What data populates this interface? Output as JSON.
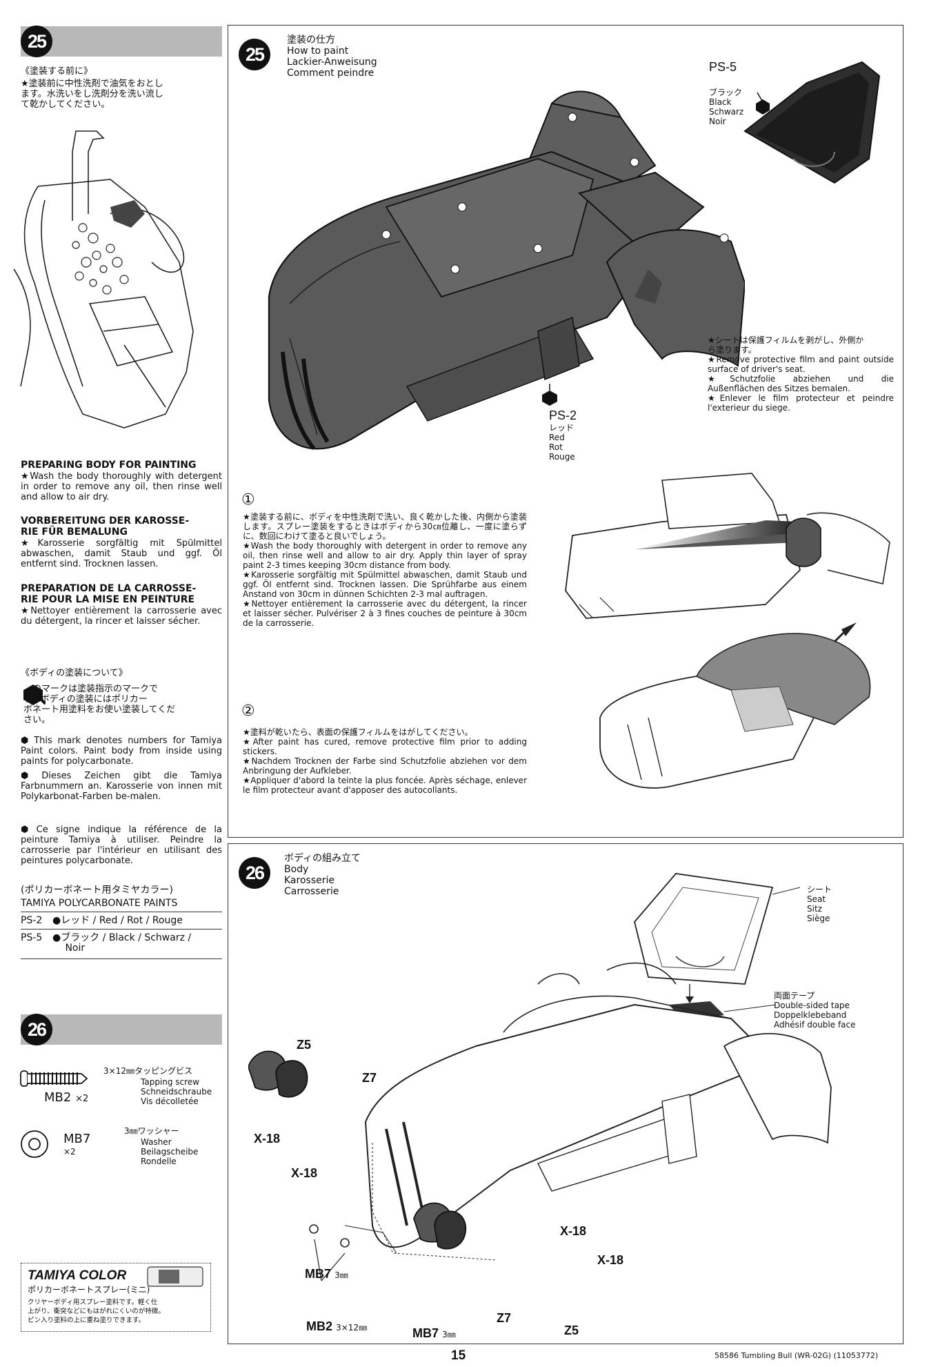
{
  "left": {
    "step25_num": "25",
    "jp_wash_title": "《塗装する前に》",
    "jp_wash": "★塗装前に中性洗剤で油気をおとし\nます。水洗いをし洗剤分を洗い流し\nて乾かしてください。",
    "en_title": "PREPARING BODY FOR PAINTING",
    "en_text": "★Wash the body thoroughly with detergent in order to remove any oil, then rinse well and allow to air dry.",
    "de_title": "VORBEREITUNG DER KAROSSE-\nRIE FÜR BEMALUNG",
    "de_text": "★Karosserie sorgfältig mit Spülmittel abwaschen, damit Staub und ggf. Öl entfernt sind. Trocknen lassen.",
    "fr_title": "PREPARATION DE LA CARROSSE-\nRIE POUR LA MISE EN PEINTURE",
    "fr_text": "★Nettoyer entièrement la carrosserie avec du détergent, la rincer et laisser sécher.",
    "jp_paint_title": "《ボディの塗装について》",
    "jp_paint": "　のマークは塗装指示のマークで\nす。ボディの塗装にはポリカー\nボネート用塗料をお使い塗装してくだ\nさい。",
    "en_mark": "This mark denotes numbers for Tamiya Paint colors. Paint body from inside using paints for polycarbonate.",
    "de_mark": "Dieses Zeichen gibt die Tamiya Farbnummern an. Karosserie von innen mit Polykarbonat-Farben be-malen.",
    "fr_mark": "Ce signe indique la référence de la peinture Tamiya à utiliser. Peindre la carrosserie par l'intérieur en utilisant des peintures polycarbonate.",
    "paints_jp": "(ポリカーボネート用タミヤカラー)",
    "paints_en": "TAMIYA POLYCARBONATE PAINTS",
    "paint1_code": "PS-2",
    "paint1_name": "●レッド / Red / Rot / Rouge",
    "paint2_code": "PS-5",
    "paint2_name": "●ブラック / Black / Schwarz /\n　 Noir",
    "step26_num": "26",
    "screw_jp": "3×12㎜タッピングビス",
    "screw_names": "Tapping screw\nSchneidschraube\nVis décolletée",
    "screw_code": "MB2",
    "screw_qty": "×2",
    "washer_jp": "3㎜ワッシャー",
    "washer_names": "Washer\nBeilagscheibe\nRondelle",
    "washer_code": "MB7",
    "washer_qty": "×2",
    "tc_title": "TAMIYA COLOR",
    "tc_sub": "ポリカーボネートスプレー(ミニ)",
    "tc_text": "クリヤーボディ用スプレー塗料です。軽く仕\n上がり、衝突などにもはがれにくいのが特徴。\nピン入り塗料の上に重ね塗りできます。"
  },
  "p25": {
    "num": "25",
    "title": "塗装の仕方\nHow to paint\nLackier-Anweisung\nComment peindre",
    "ps5_code": "PS-5",
    "ps5_names": "ブラック\nBlack\nSchwarz\nNoir",
    "ps2_code": "PS-2",
    "ps2_names": "レッド\nRed\nRot\nRouge",
    "seat_note": "★シートは保護フィルムを剥がし、外側か\nら塗ります。\n★Remove protective film and paint outside surface of driver's seat.\n★Schutzfolie abziehen und die Außenflächen des Sitzes bemalen.\n★Enlever le film protecteur et peindre l'exterieur du siege.",
    "n1": "①",
    "t1": "★塗装する前に、ボディを中性洗剤で洗い、良く乾かした後、内側から塗装します。スプレー塗装をするときはボディから30㎝位離し、一度に塗らずに、数回にわけて塗ると良いでしょう。\n★Wash the body thoroughly with detergent in order to remove any oil, then rinse well and allow to air dry. Apply thin layer of spray paint 2-3 times keeping 30cm distance from body.\n★Karosserie sorgfältig mit Spülmittel abwaschen, damit Staub und ggf. Öl entfernt sind. Trocknen lassen. Die Sprühfarbe aus einem Anstand von 30cm in dünnen Schichten 2-3 mal auftragen.\n★Nettoyer entièrement la carrosserie avec du détergent, la rincer et laisser sécher. Pulvériser 2 à 3 fines couches de peinture à 30cm de la carrosserie.",
    "n2": "②",
    "t2": "★塗料が乾いたら、表面の保護フィルムをはがしてください。\n★After paint has cured, remove protective film prior to adding stickers.\n★Nachdem Trocknen der Farbe sind Schutzfolie abziehen vor dem Anbringung der Aufkleber.\n★Appliquer d'abord la teinte la plus foncée. Après séchage, enlever le film protecteur avant d'apposer des autocollants."
  },
  "p26": {
    "num": "26",
    "title": "ボディの組み立て\nBody\nKarosserie\nCarrosserie",
    "seat": "シート\nSeat\nSitz\nSiège",
    "tape": "両面テープ\nDouble-sided tape\nDoppelklebeband\nAdhésif double face",
    "z5a": "Z5",
    "z7a": "Z7",
    "x18a": "X-18",
    "x18b": "X-18",
    "x18c": "X-18",
    "x18d": "X-18",
    "mb7a": "MB7",
    "mb7a_size": "3㎜",
    "mb2": "MB2",
    "mb2_size": "3×12㎜",
    "mb7b": "MB7",
    "mb7b_size": "3㎜",
    "z7b": "Z7",
    "z5b": "Z5"
  },
  "footer": {
    "page": "15",
    "code": "58586 Tumbling Bull (WR-02G) (11053772)"
  },
  "colors": {
    "dark": "#111111",
    "body_gray": "#5a5a5a",
    "bar_gray": "#b8b8b8"
  }
}
